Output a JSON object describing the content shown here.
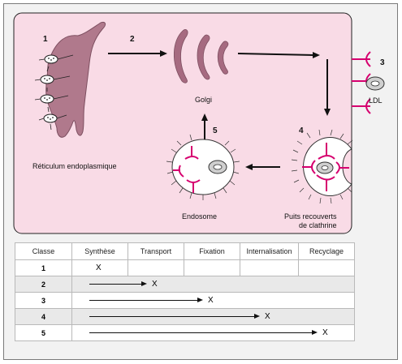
{
  "diagram": {
    "steps": [
      "1",
      "2",
      "3",
      "4",
      "5"
    ],
    "labels": {
      "reticulum": "Réticulum endoplasmique",
      "golgi": "Golgi",
      "ldl": "LDL",
      "endosome": "Endosome",
      "pits_line1": "Puits recouverts",
      "pits_line2": "de clathrine"
    },
    "colors": {
      "panel": "#f9dbe6",
      "receptor": "#d6006f",
      "er": "#b0798c",
      "golgi": "#a66a80"
    }
  },
  "table": {
    "headers": [
      "Classe",
      "Synthèse",
      "Transport",
      "Fixation",
      "Internalisation",
      "Recyclage"
    ],
    "rows": [
      {
        "classe": "1",
        "mark": "X"
      },
      {
        "classe": "2",
        "mark": "X"
      },
      {
        "classe": "3",
        "mark": "X"
      },
      {
        "classe": "4",
        "mark": "X"
      },
      {
        "classe": "5",
        "mark": "X"
      }
    ]
  }
}
